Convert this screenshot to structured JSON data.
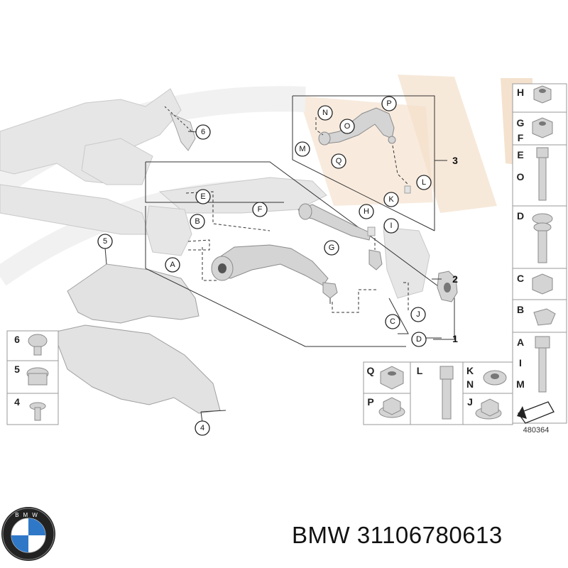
{
  "callouts": {
    "c6": "6",
    "c5": "5",
    "c4": "4",
    "c3": "3",
    "c2": "2",
    "c1": "1",
    "N": "N",
    "O": "O",
    "P": "P",
    "M": "M",
    "Q": "Q",
    "K": "K",
    "L": "L",
    "E": "E",
    "F": "F",
    "H": "H",
    "B": "B",
    "I": "I",
    "G": "G",
    "A": "A",
    "C": "C",
    "J": "J",
    "D": "D"
  },
  "right_panel": [
    "H",
    "G",
    "F",
    "E",
    "O",
    "D",
    "C",
    "B",
    "A",
    "I",
    "M"
  ],
  "left_panel": [
    "6",
    "5",
    "4"
  ],
  "bottom_panel": [
    "Q",
    "P",
    "L",
    "K",
    "N",
    "J"
  ],
  "diagram_number": "480364",
  "brand_text": "BMW 31106780613",
  "colors": {
    "watermark": "#f4e2cf",
    "part": "#d4d4d4",
    "line": "#333333"
  }
}
